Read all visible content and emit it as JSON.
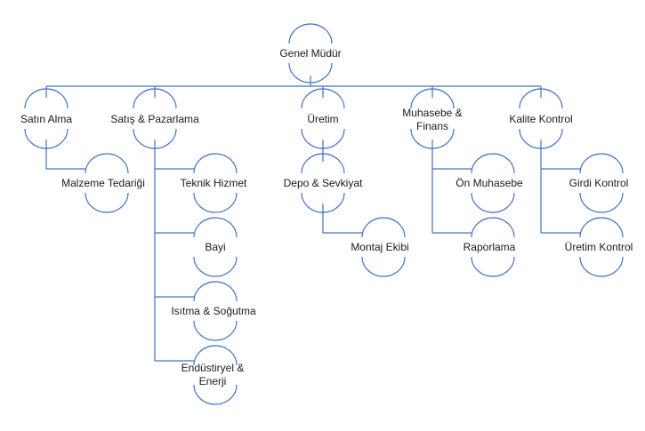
{
  "root": {
    "label": "Genel Müdür"
  },
  "departments": [
    {
      "label_lines": [
        "Satın Alma"
      ],
      "children": [
        {
          "label_lines": [
            "Malzeme Tedariği"
          ]
        }
      ]
    },
    {
      "label_lines": [
        "Satış & Pazarlama"
      ],
      "children": [
        {
          "label_lines": [
            "Teknik Hizmet"
          ]
        },
        {
          "label_lines": [
            "Bayi"
          ]
        },
        {
          "label_lines": [
            "Isıtma & Soğutma"
          ]
        },
        {
          "label_lines": [
            "Endüstiryel &",
            "Enerji"
          ]
        }
      ]
    },
    {
      "label_lines": [
        "Üretim"
      ],
      "children": [
        {
          "label_lines": [
            "Depo & Sevkiyat"
          ],
          "children": [
            {
              "label_lines": [
                "Montaj Ekibi"
              ]
            }
          ]
        }
      ]
    },
    {
      "label_lines": [
        "Muhasebe &",
        "Finans"
      ],
      "children": [
        {
          "label_lines": [
            "Ön Muhasebe"
          ]
        },
        {
          "label_lines": [
            "Raporlama"
          ]
        }
      ]
    },
    {
      "label_lines": [
        "Kalite Kontrol"
      ],
      "children": [
        {
          "label_lines": [
            "Girdi Kontrol"
          ]
        },
        {
          "label_lines": [
            "Üretim Kontrol"
          ]
        }
      ]
    }
  ]
}
